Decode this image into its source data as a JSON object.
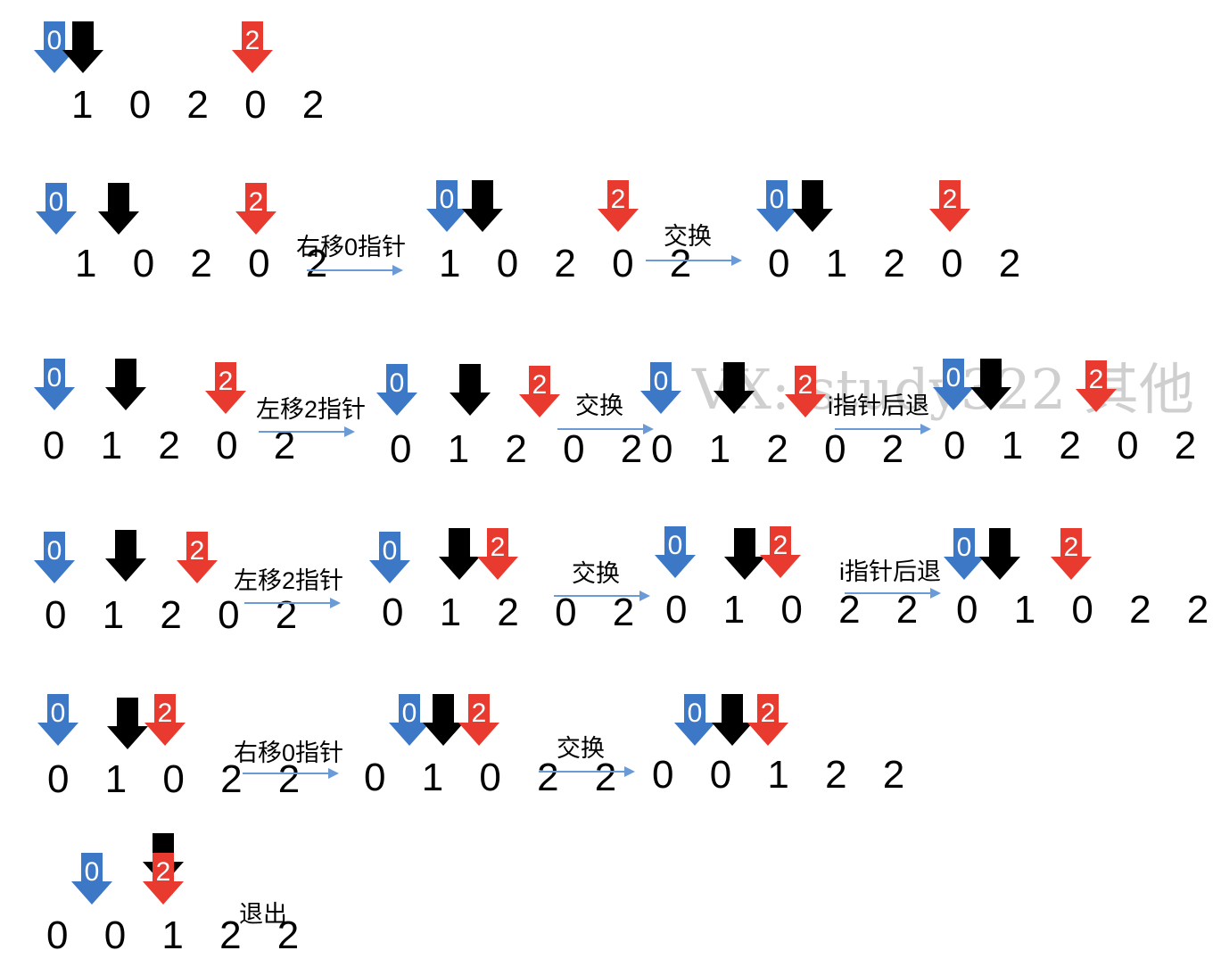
{
  "colors": {
    "zero_pointer": "#3D78C6",
    "i_pointer": "#000000",
    "two_pointer": "#E83A2F",
    "step_arrow": "#6B9BD6",
    "watermark": "#cfcfcf"
  },
  "pointer_labels": {
    "zero": "0",
    "two": "2"
  },
  "watermark": "VX: study322 其他",
  "frames": [
    {
      "digits": "1 0 2 0 2"
    },
    {
      "digits": "1 0 2 0 2"
    },
    {
      "digits": "1 0 2 0 2"
    },
    {
      "digits": "0 1 2 0 2"
    },
    {
      "digits": "0 1 2 0 2"
    },
    {
      "digits": "0 1 2 0 2"
    },
    {
      "digits": "0 1 2 0 2"
    },
    {
      "digits": "0 1 2 0 2"
    },
    {
      "digits": "0 1 2 0 2"
    },
    {
      "digits": "0 1 2 0 2"
    },
    {
      "digits": "0 1 0 2 2"
    },
    {
      "digits": "0 1 0 2 2"
    },
    {
      "digits": "0 1 0 2 2"
    },
    {
      "digits": "0 1 0 2 2"
    },
    {
      "digits": "0 0 1 2 2"
    },
    {
      "digits": "0 0 1 2 2"
    }
  ],
  "operations": [
    "右移0指针",
    "交换",
    "左移2指针",
    "交换",
    "i指针后退",
    "左移2指针",
    "交换",
    "i指针后退",
    "右移0指针",
    "交换",
    "退出"
  ]
}
